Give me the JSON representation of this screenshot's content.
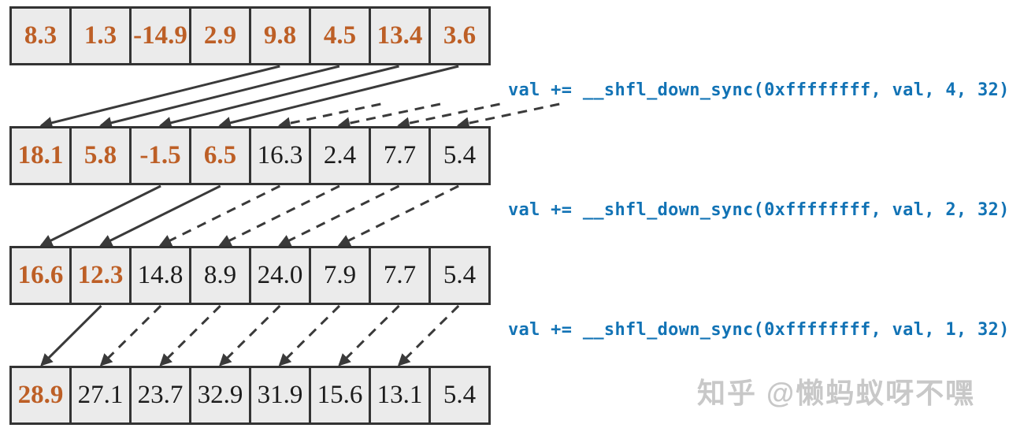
{
  "figure": {
    "description": "warp shuffle-down reduction diagram",
    "rows": [
      {
        "cells": [
          {
            "v": "8.3",
            "highlight": true
          },
          {
            "v": "1.3",
            "highlight": true
          },
          {
            "v": "-14.9",
            "highlight": true
          },
          {
            "v": "2.9",
            "highlight": true
          },
          {
            "v": "9.8",
            "highlight": true
          },
          {
            "v": "4.5",
            "highlight": true
          },
          {
            "v": "13.4",
            "highlight": true
          },
          {
            "v": "3.6",
            "highlight": true
          }
        ]
      },
      {
        "cells": [
          {
            "v": "18.1",
            "highlight": true
          },
          {
            "v": "5.8",
            "highlight": true
          },
          {
            "v": "-1.5",
            "highlight": true
          },
          {
            "v": "6.5",
            "highlight": true
          },
          {
            "v": "16.3",
            "highlight": false
          },
          {
            "v": "2.4",
            "highlight": false
          },
          {
            "v": "7.7",
            "highlight": false
          },
          {
            "v": "5.4",
            "highlight": false
          }
        ]
      },
      {
        "cells": [
          {
            "v": "16.6",
            "highlight": true
          },
          {
            "v": "12.3",
            "highlight": true
          },
          {
            "v": "14.8",
            "highlight": false
          },
          {
            "v": "8.9",
            "highlight": false
          },
          {
            "v": "24.0",
            "highlight": false
          },
          {
            "v": "7.9",
            "highlight": false
          },
          {
            "v": "7.7",
            "highlight": false
          },
          {
            "v": "5.4",
            "highlight": false
          }
        ]
      },
      {
        "cells": [
          {
            "v": "28.9",
            "highlight": true
          },
          {
            "v": "27.1",
            "highlight": false
          },
          {
            "v": "23.7",
            "highlight": false
          },
          {
            "v": "32.9",
            "highlight": false
          },
          {
            "v": "31.9",
            "highlight": false
          },
          {
            "v": "15.6",
            "highlight": false
          },
          {
            "v": "13.1",
            "highlight": false
          },
          {
            "v": "5.4",
            "highlight": false
          }
        ]
      }
    ],
    "code_lines": [
      "val += __shfl_down_sync(0xffffffff, val, 4, 32)",
      "val += __shfl_down_sync(0xffffffff, val, 2, 32)",
      "val += __shfl_down_sync(0xffffffff, val, 1, 32)"
    ],
    "arrow_stages": [
      {
        "shift": 4,
        "solid": [
          [
            4,
            0
          ],
          [
            5,
            1
          ],
          [
            6,
            2
          ],
          [
            7,
            3
          ]
        ],
        "dashed": [],
        "offgrid_dashed_targets": [
          4,
          5,
          6,
          7
        ]
      },
      {
        "shift": 2,
        "solid": [
          [
            2,
            0
          ],
          [
            3,
            1
          ]
        ],
        "dashed": [
          [
            4,
            2
          ],
          [
            5,
            3
          ],
          [
            6,
            4
          ],
          [
            7,
            5
          ]
        ],
        "offgrid_dashed_targets": []
      },
      {
        "shift": 1,
        "solid": [
          [
            1,
            0
          ]
        ],
        "dashed": [
          [
            2,
            1
          ],
          [
            3,
            2
          ],
          [
            4,
            3
          ],
          [
            5,
            4
          ],
          [
            6,
            5
          ],
          [
            7,
            6
          ]
        ],
        "offgrid_dashed_targets": []
      }
    ],
    "watermark": "知乎 @懒蚂蚁呀不嘿",
    "colors": {
      "cell_background": "#ebebeb",
      "cell_border": "#333333",
      "highlight_value": "#bd5f26",
      "normal_value": "#1c1c1c",
      "code_text": "#1273b5",
      "arrow": "#3a3a3a",
      "watermark": "#c8c8c8"
    }
  }
}
